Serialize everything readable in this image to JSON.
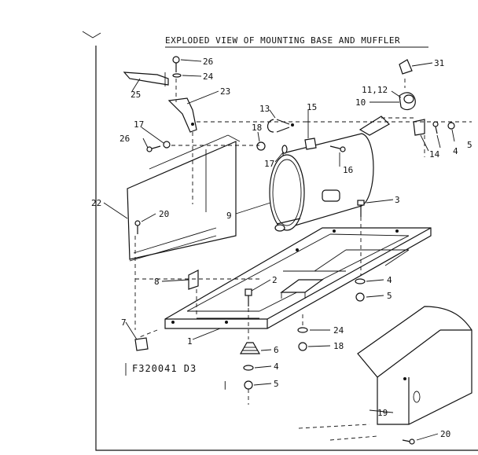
{
  "title": "EXPLODED VIEW OF MOUNTING BASE AND MUFFLER",
  "figure_code": "F320041 D3",
  "callouts": {
    "c26a": "26",
    "c24a": "24",
    "c25": "25",
    "c23": "23",
    "c31": "31",
    "c1112": "11,12",
    "c10": "10",
    "c13": "13",
    "c15": "15",
    "c17a": "17",
    "c18a": "18",
    "c26b": "26",
    "c17b": "17",
    "c16": "16",
    "c4a": "4",
    "c5a": "5",
    "c14": "14",
    "c22": "22",
    "c20a": "20",
    "c9": "9",
    "c3": "3",
    "c8": "8",
    "c2": "2",
    "c4b": "4",
    "c5b": "5",
    "c7": "7",
    "c1": "1",
    "c24b": "24",
    "c18b": "18",
    "c6": "6",
    "c4c": "4",
    "c5c": "5",
    "c19": "19",
    "c20b": "20"
  }
}
